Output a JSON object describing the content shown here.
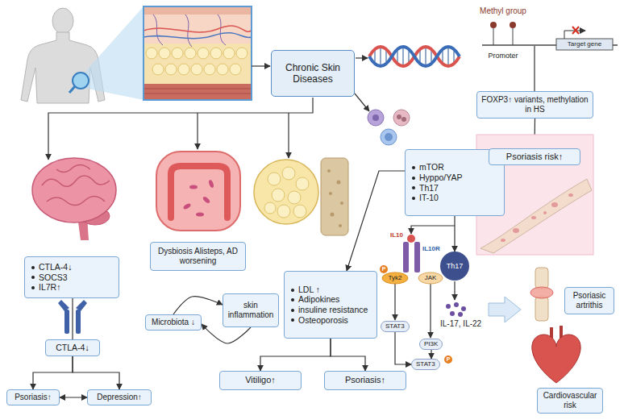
{
  "diagram": {
    "nodes": [
      {
        "text": [
          "Chronic Skin Diseases"
        ]
      },
      {
        "text": [
          "FOXP3↑ variants, methylation in HS"
        ]
      },
      {
        "text": [
          "mTOR",
          "Hyppo/YAP",
          "Th17",
          "IT-10"
        ]
      },
      {
        "text": [
          "Psoriasis risk↑"
        ]
      },
      {
        "text": [
          "CTLA-4↓",
          "SOCS3",
          "IL7R↑"
        ]
      },
      {
        "text": [
          "Dysbiosis Alisteps, AD worsening"
        ]
      },
      {
        "text": [
          "LDL ↑",
          "Adipokines",
          "insuline resistance",
          "Osteoporosis"
        ]
      },
      {
        "text": [
          "Th17"
        ]
      },
      {
        "text": [
          "Psoriasic artrithis"
        ]
      },
      {
        "text": [
          "CTLA-4↓"
        ]
      },
      {
        "text": [
          "Microbiota ↓"
        ]
      },
      {
        "text": [
          "skin inflammation"
        ]
      },
      {
        "text": [
          "STAT3"
        ]
      },
      {
        "text": [
          "PI3K"
        ]
      },
      {
        "text": [
          "STAT3"
        ]
      },
      {
        "text": [
          "Vitiligo↑"
        ]
      },
      {
        "text": [
          "Psoriasis↑"
        ]
      },
      {
        "text": [
          "Psoriasis↑"
        ]
      },
      {
        "text": [
          "Depression↑"
        ]
      },
      {
        "text": [
          "Cardiovascular risk"
        ]
      }
    ],
    "edges": [
      {
        "from": 1,
        "to": 3,
        "arrow": "none"
      },
      {
        "from": 2,
        "to": 6,
        "arrow": "to"
      },
      {
        "from": 2,
        "to": 7,
        "arrow": "to"
      },
      {
        "from": 4,
        "to": 9,
        "arrow": "none"
      },
      {
        "from": 9,
        "to": 17,
        "arrow": "to"
      },
      {
        "from": 9,
        "to": 18,
        "arrow": "to"
      },
      {
        "from": 17,
        "to": 18,
        "arrow": "both"
      },
      {
        "from": 10,
        "to": 11,
        "arrow": "to"
      },
      {
        "from": 11,
        "to": 10,
        "arrow": "to"
      },
      {
        "from": 6,
        "to": 15,
        "arrow": "to"
      },
      {
        "from": 6,
        "to": 16,
        "arrow": "to"
      },
      {
        "from": 12,
        "to": 14,
        "arrow": "to"
      },
      {
        "from": 13,
        "to": 14,
        "arrow": "to"
      }
    ],
    "labels": [
      "Methyl group",
      "Promoter",
      "Target gene",
      "IL10",
      "IL10R",
      "Tyk2",
      "P",
      "JAK",
      "P",
      "IL-17, IL-22"
    ]
  }
}
